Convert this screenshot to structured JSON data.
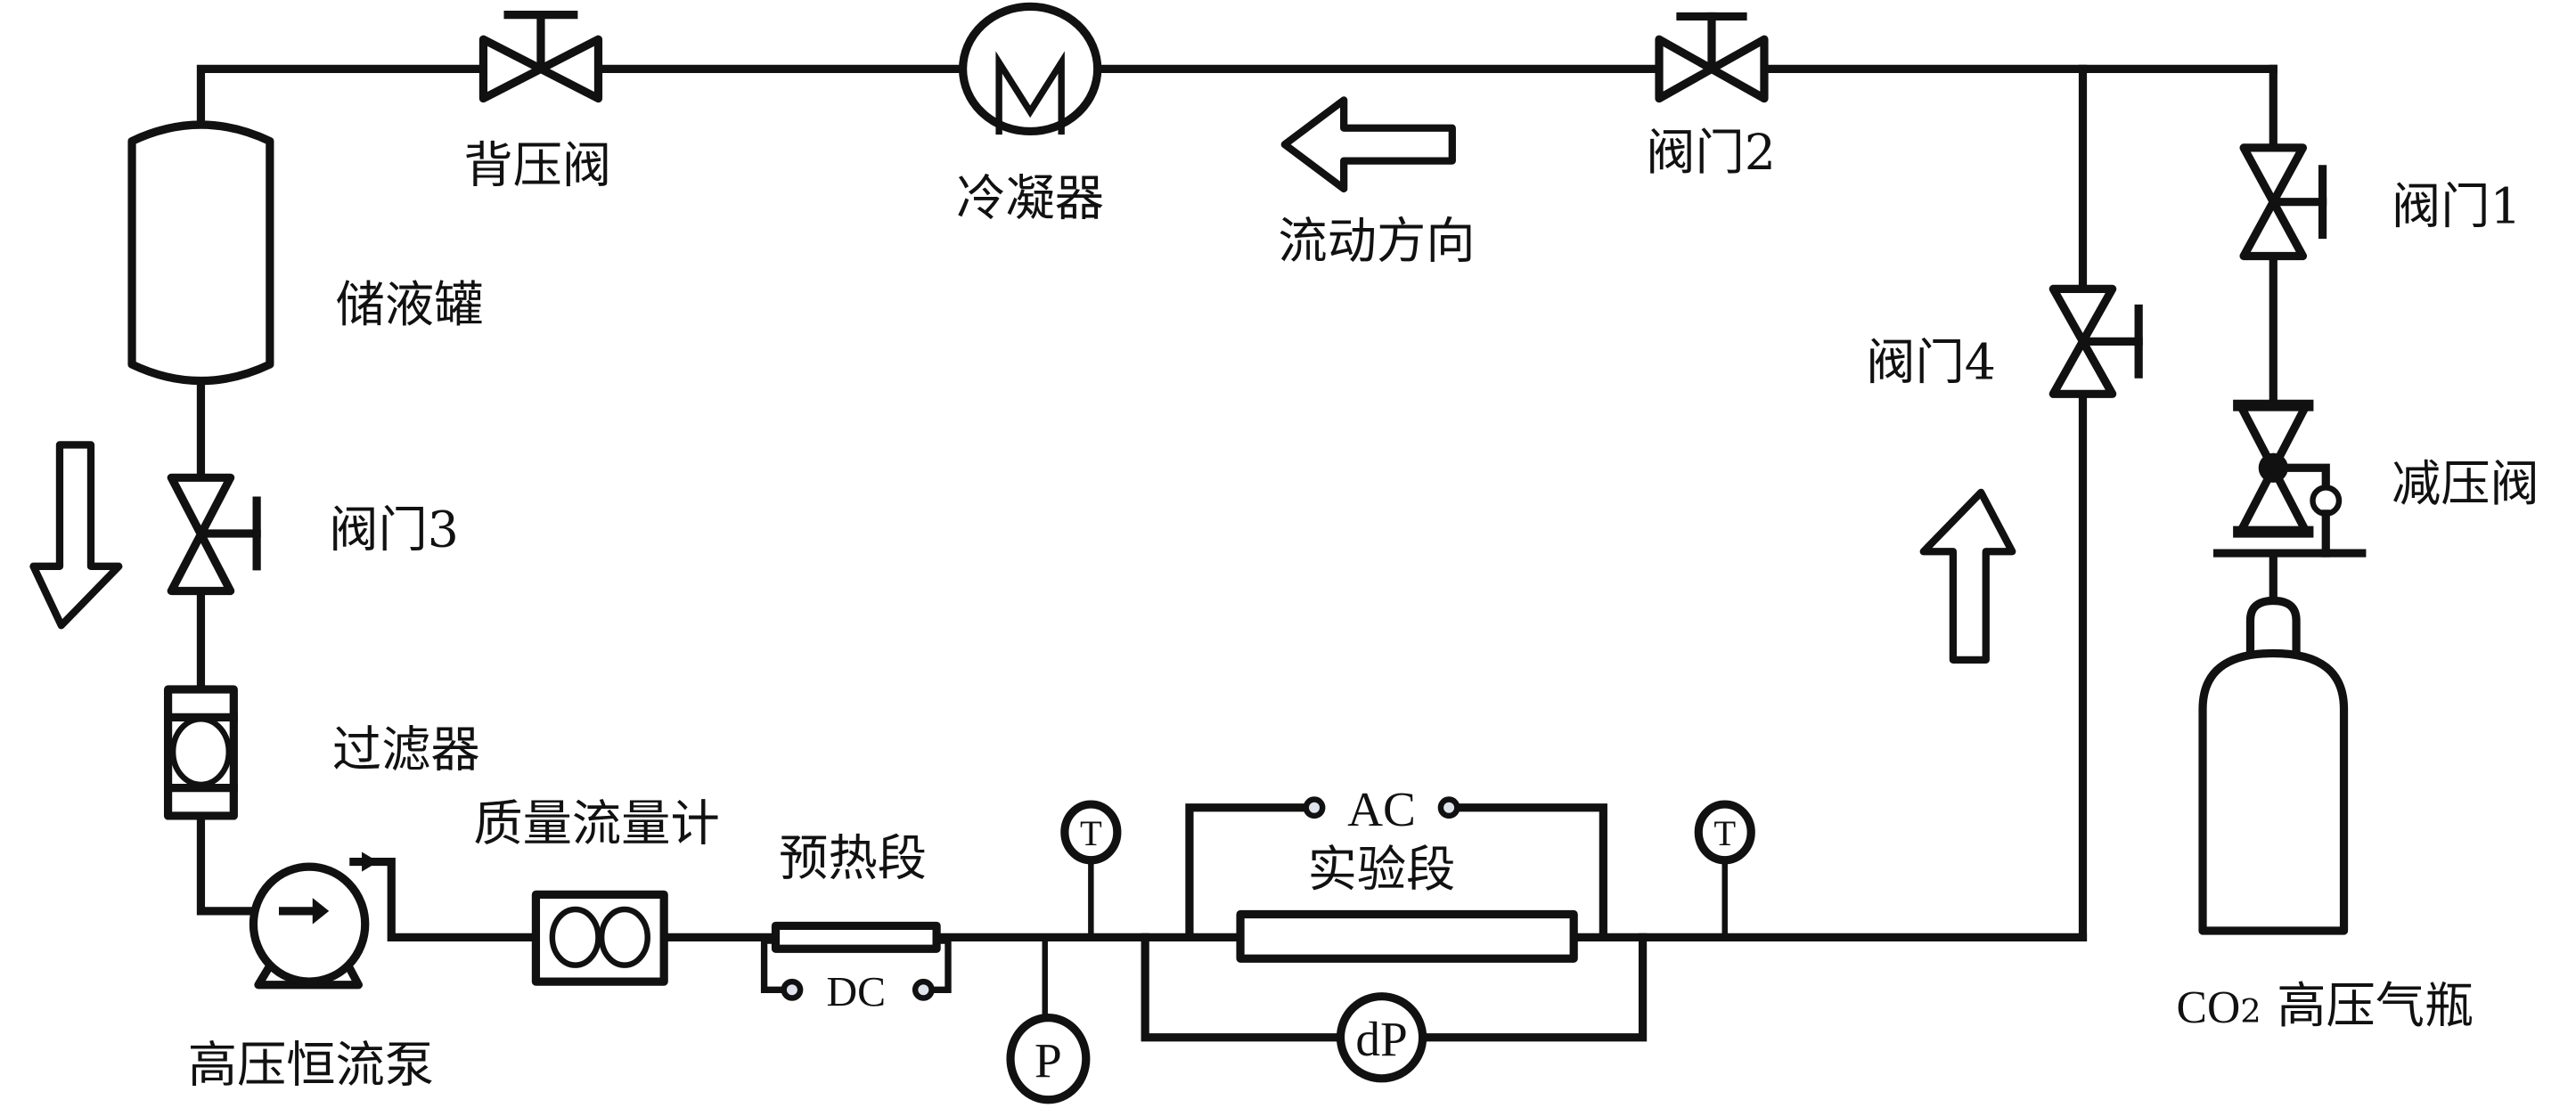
{
  "diagram": {
    "title": "CO2 experimental loop schematic",
    "components": {
      "back_pressure_valve": "背压阀",
      "condenser": "冷凝器",
      "condenser_symbol": "M",
      "flow_direction": "流动方向",
      "valve_2": "阀门2",
      "valve_1": "阀门1",
      "valve_4": "阀门4",
      "pressure_reducing_valve": "减压阀",
      "reservoir": "储液罐",
      "valve_3": "阀门3",
      "filter": "过滤器",
      "mass_flow_meter": "质量流量计",
      "preheat_section": "预热段",
      "test_section": "实验段",
      "high_pressure_pump": "高压恒流泵",
      "co2_cylinder_prefix": "CO",
      "co2_cylinder_sub": "2",
      "co2_cylinder_suffix": " 高压气瓶"
    },
    "instruments": {
      "temperature_inlet": "T",
      "temperature_outlet": "T",
      "pressure": "P",
      "differential_pressure": "dP",
      "dc_power": "DC",
      "ac_power": "AC"
    },
    "colors": {
      "line": "#111111",
      "background": "#ffffff",
      "terminal_fill": "#dfe3ec"
    }
  }
}
